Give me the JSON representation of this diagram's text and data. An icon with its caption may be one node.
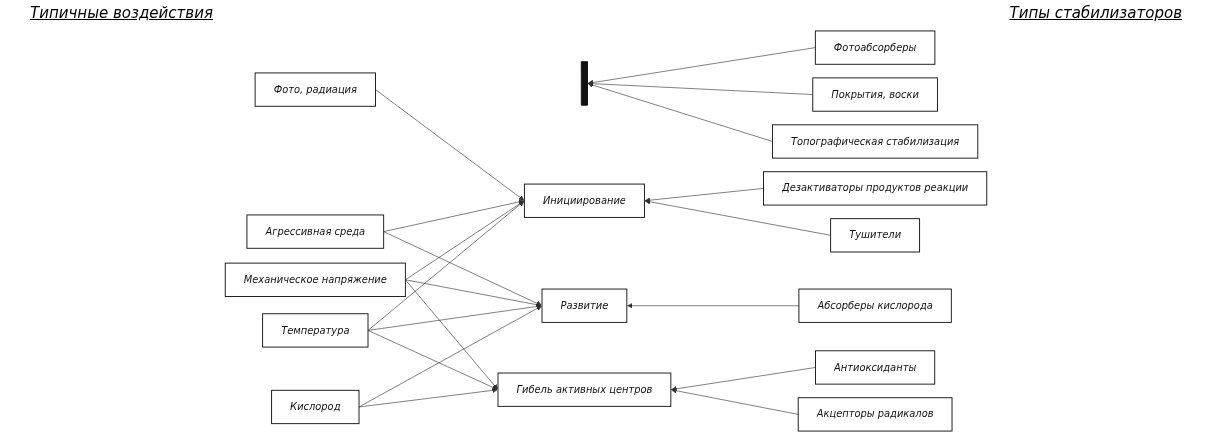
{
  "diagram": {
    "nodes": [
      {
        "text": [
          "Фото, радиация"
        ]
      },
      {
        "text": [
          "Агрессивная среда"
        ]
      },
      {
        "text": [
          "Механическое напряжение"
        ]
      },
      {
        "text": [
          "Температура"
        ]
      },
      {
        "text": [
          "Кислород"
        ]
      },
      {
        "text": [],
        "shape": "bar"
      },
      {
        "text": [
          "Инициирование"
        ]
      },
      {
        "text": [
          "Развитие"
        ]
      },
      {
        "text": [
          "Гибель активных центров"
        ]
      },
      {
        "text": [
          "Топографическая стабилизация"
        ]
      },
      {
        "text": [
          "Покрытия, воски"
        ]
      },
      {
        "text": [
          "Фотоабсорберы"
        ]
      },
      {
        "text": [
          "Тушители"
        ]
      },
      {
        "text": [
          "Дезактиваторы продуктов реакции"
        ]
      },
      {
        "text": [
          "Абсорберы кислорода"
        ]
      },
      {
        "text": [
          "Акцепторы радикалов"
        ]
      },
      {
        "text": [
          "Антиоксиданты"
        ]
      }
    ],
    "edges": [
      {
        "from": 0,
        "to": 6,
        "arrow": "to"
      },
      {
        "from": 1,
        "to": 6,
        "arrow": "to"
      },
      {
        "from": 1,
        "to": 7,
        "arrow": "to"
      },
      {
        "from": 2,
        "to": 6,
        "arrow": "to"
      },
      {
        "from": 2,
        "to": 7,
        "arrow": "to"
      },
      {
        "from": 2,
        "to": 8,
        "arrow": "to"
      },
      {
        "from": 3,
        "to": 6,
        "arrow": "to"
      },
      {
        "from": 3,
        "to": 7,
        "arrow": "to"
      },
      {
        "from": 3,
        "to": 8,
        "arrow": "to"
      },
      {
        "from": 4,
        "to": 7,
        "arrow": "to"
      },
      {
        "from": 4,
        "to": 8,
        "arrow": "to"
      },
      {
        "from": 9,
        "to": 5,
        "arrow": "to"
      },
      {
        "from": 10,
        "to": 5,
        "arrow": "to"
      },
      {
        "from": 11,
        "to": 5,
        "arrow": "to"
      },
      {
        "from": 12,
        "to": 6,
        "arrow": "to"
      },
      {
        "from": 13,
        "to": 6,
        "arrow": "to"
      },
      {
        "from": 14,
        "to": 7,
        "arrow": "to"
      },
      {
        "from": 15,
        "to": 8,
        "arrow": "to"
      },
      {
        "from": 16,
        "to": 8,
        "arrow": "to"
      }
    ],
    "labels": [
      "Типичные воздействия",
      "Типы стабилизаторов"
    ]
  }
}
